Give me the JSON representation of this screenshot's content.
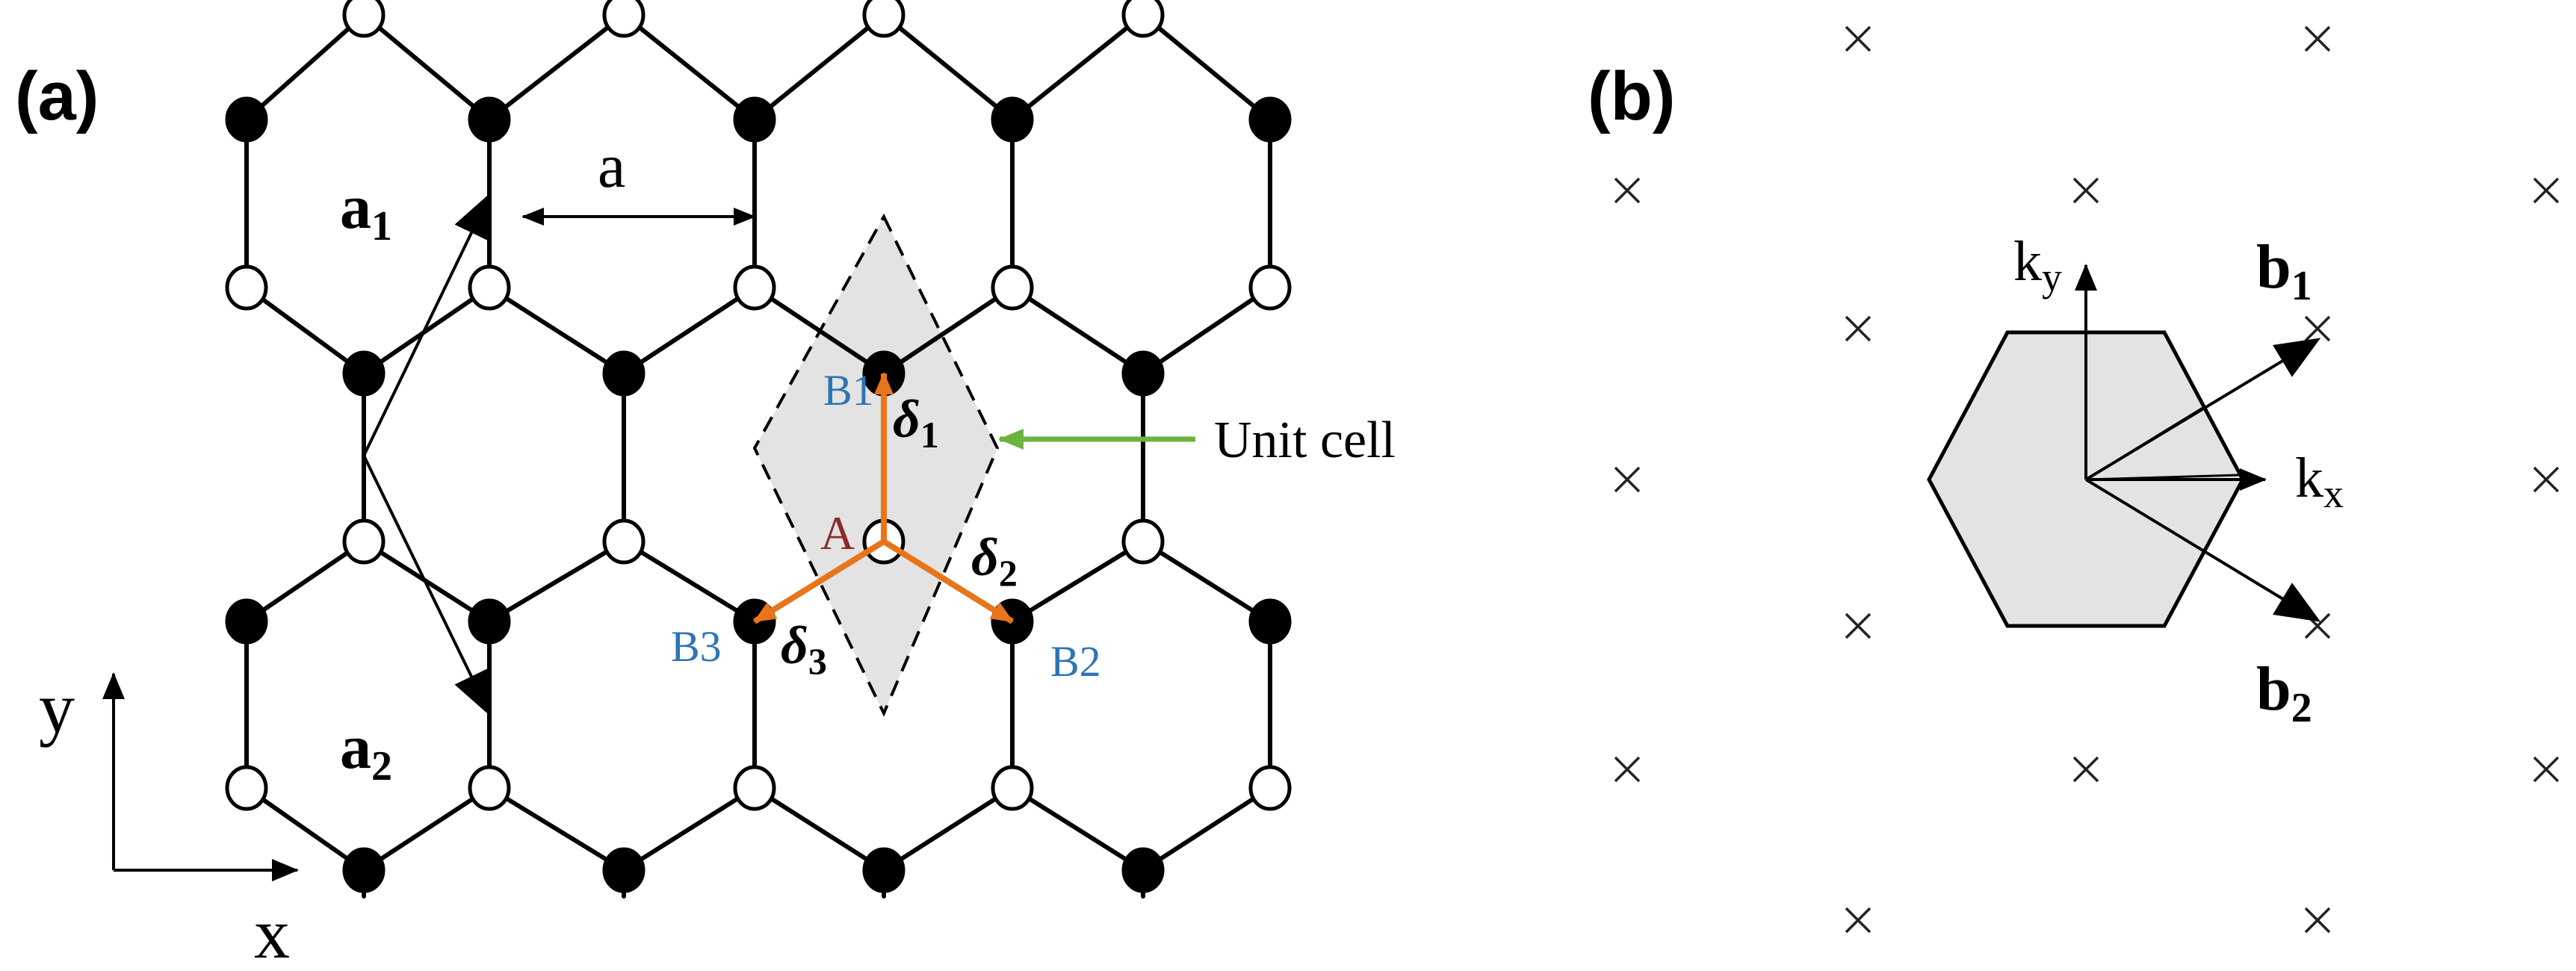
{
  "panels": {
    "a": {
      "label": "(a)"
    },
    "b": {
      "label": "(b)"
    }
  },
  "labels": {
    "lattice_constant": "a",
    "a1": {
      "base": "a",
      "sub": "1"
    },
    "a2": {
      "base": "a",
      "sub": "2"
    },
    "site_A": "A",
    "site_B1": "B1",
    "site_B2": "B2",
    "site_B3": "B3",
    "delta1": {
      "base": "δ",
      "sub": "1"
    },
    "delta2": {
      "base": "δ",
      "sub": "2"
    },
    "delta3": {
      "base": "δ",
      "sub": "3"
    },
    "unit_cell": "Unit cell",
    "axis_x": "x",
    "axis_y": "y",
    "kx": {
      "base": "k",
      "sub": "x"
    },
    "ky": {
      "base": "k",
      "sub": "y"
    },
    "b1": {
      "base": "b",
      "sub": "1"
    },
    "b2": {
      "base": "b",
      "sub": "2"
    }
  },
  "colors": {
    "nn_vectors": "#e8751a",
    "unit_cell_pointer": "#6cb33f",
    "unit_cell_fill": "#e3e3e3",
    "brillouin_zone_fill": "#e3e3e3",
    "b_site_label": "#2e74b5",
    "a_site_label": "#8b2a2a"
  }
}
